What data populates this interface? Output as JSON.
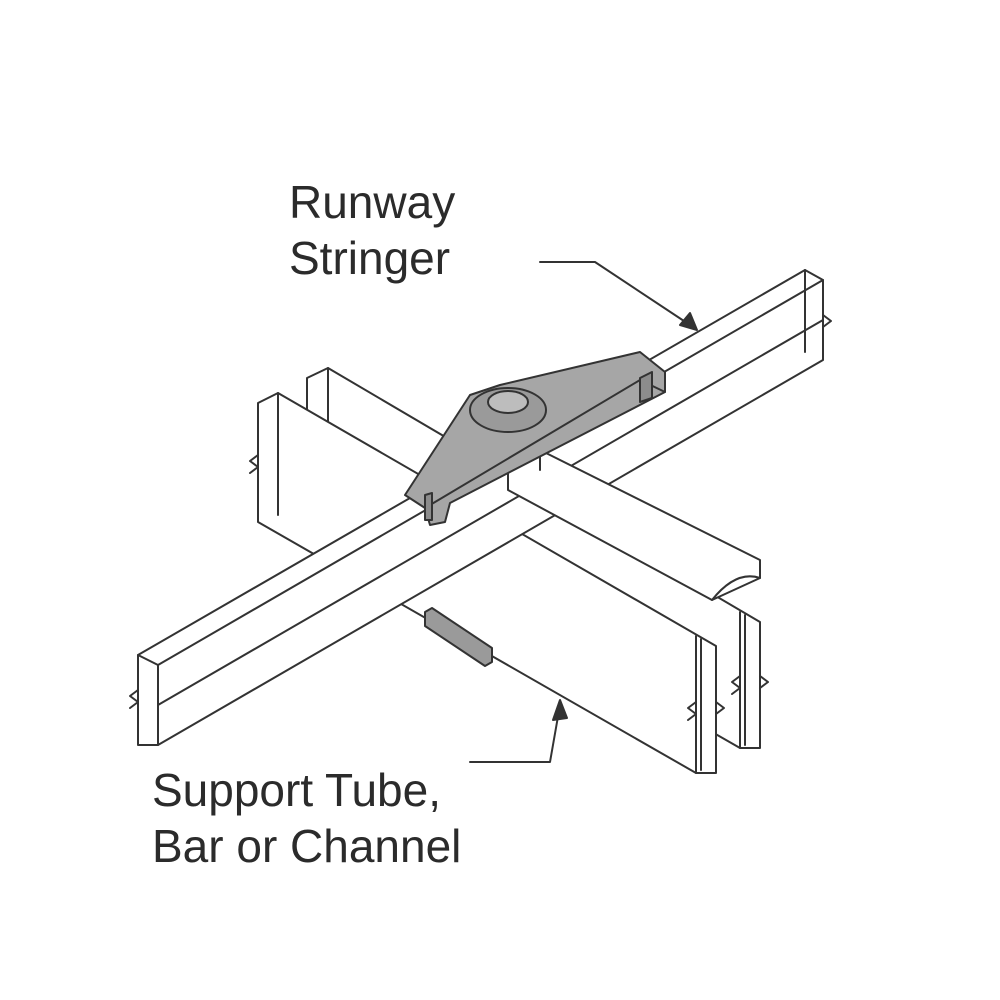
{
  "labels": {
    "runway": {
      "line1": "Runway",
      "line2": "Stringer"
    },
    "support": {
      "line1": "Support Tube,",
      "line2": "Bar or Channel"
    }
  },
  "colors": {
    "background": "#ffffff",
    "outline": "#333333",
    "fill": "#ffffff",
    "clip_fill": "#a6a6a6",
    "clip_fill_dark": "#8c8c8c",
    "bar_fill": "#9a9a9a",
    "text": "#2b2b2b"
  }
}
